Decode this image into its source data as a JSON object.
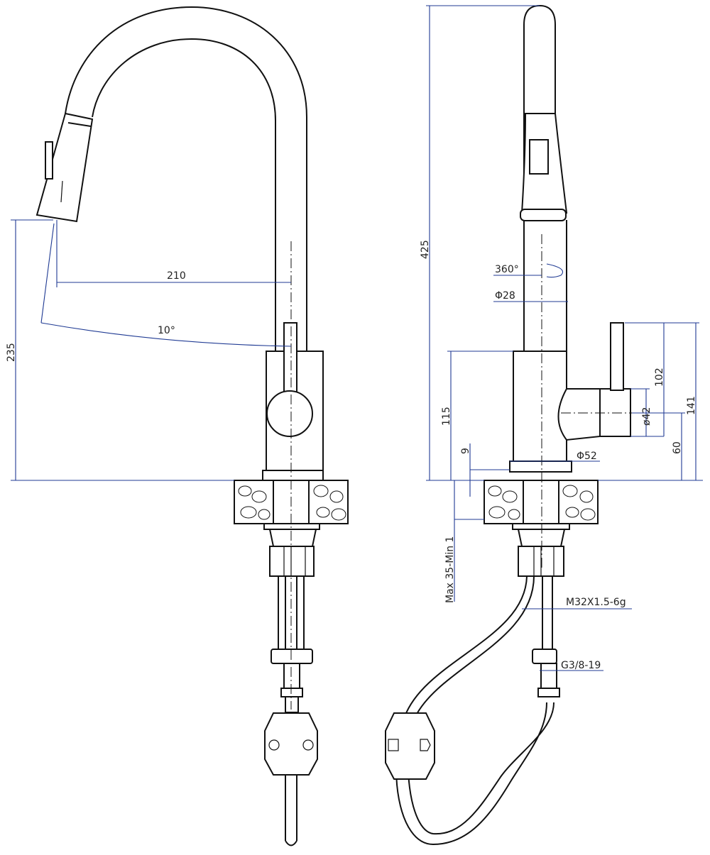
{
  "drawing": {
    "colors": {
      "outline": "#111111",
      "dimension": "#1f3a93"
    },
    "left_view": {
      "spout_reach": "210",
      "spout_tilt": "10°",
      "spray_height": "235"
    },
    "right_view": {
      "total_height": "425",
      "rotation": "360°",
      "spout_diameter": "Φ28",
      "body_height": "115",
      "handle_height": "102",
      "lever_top_height": "141",
      "handle_diameter": "ø42",
      "handle_center_height": "60",
      "base_height": "9",
      "base_diameter": "Φ52",
      "countertop_thickness": "Max 35-Min 1",
      "mount_thread": "M32X1.5-6g",
      "hose_thread": "G3/8-19"
    }
  }
}
